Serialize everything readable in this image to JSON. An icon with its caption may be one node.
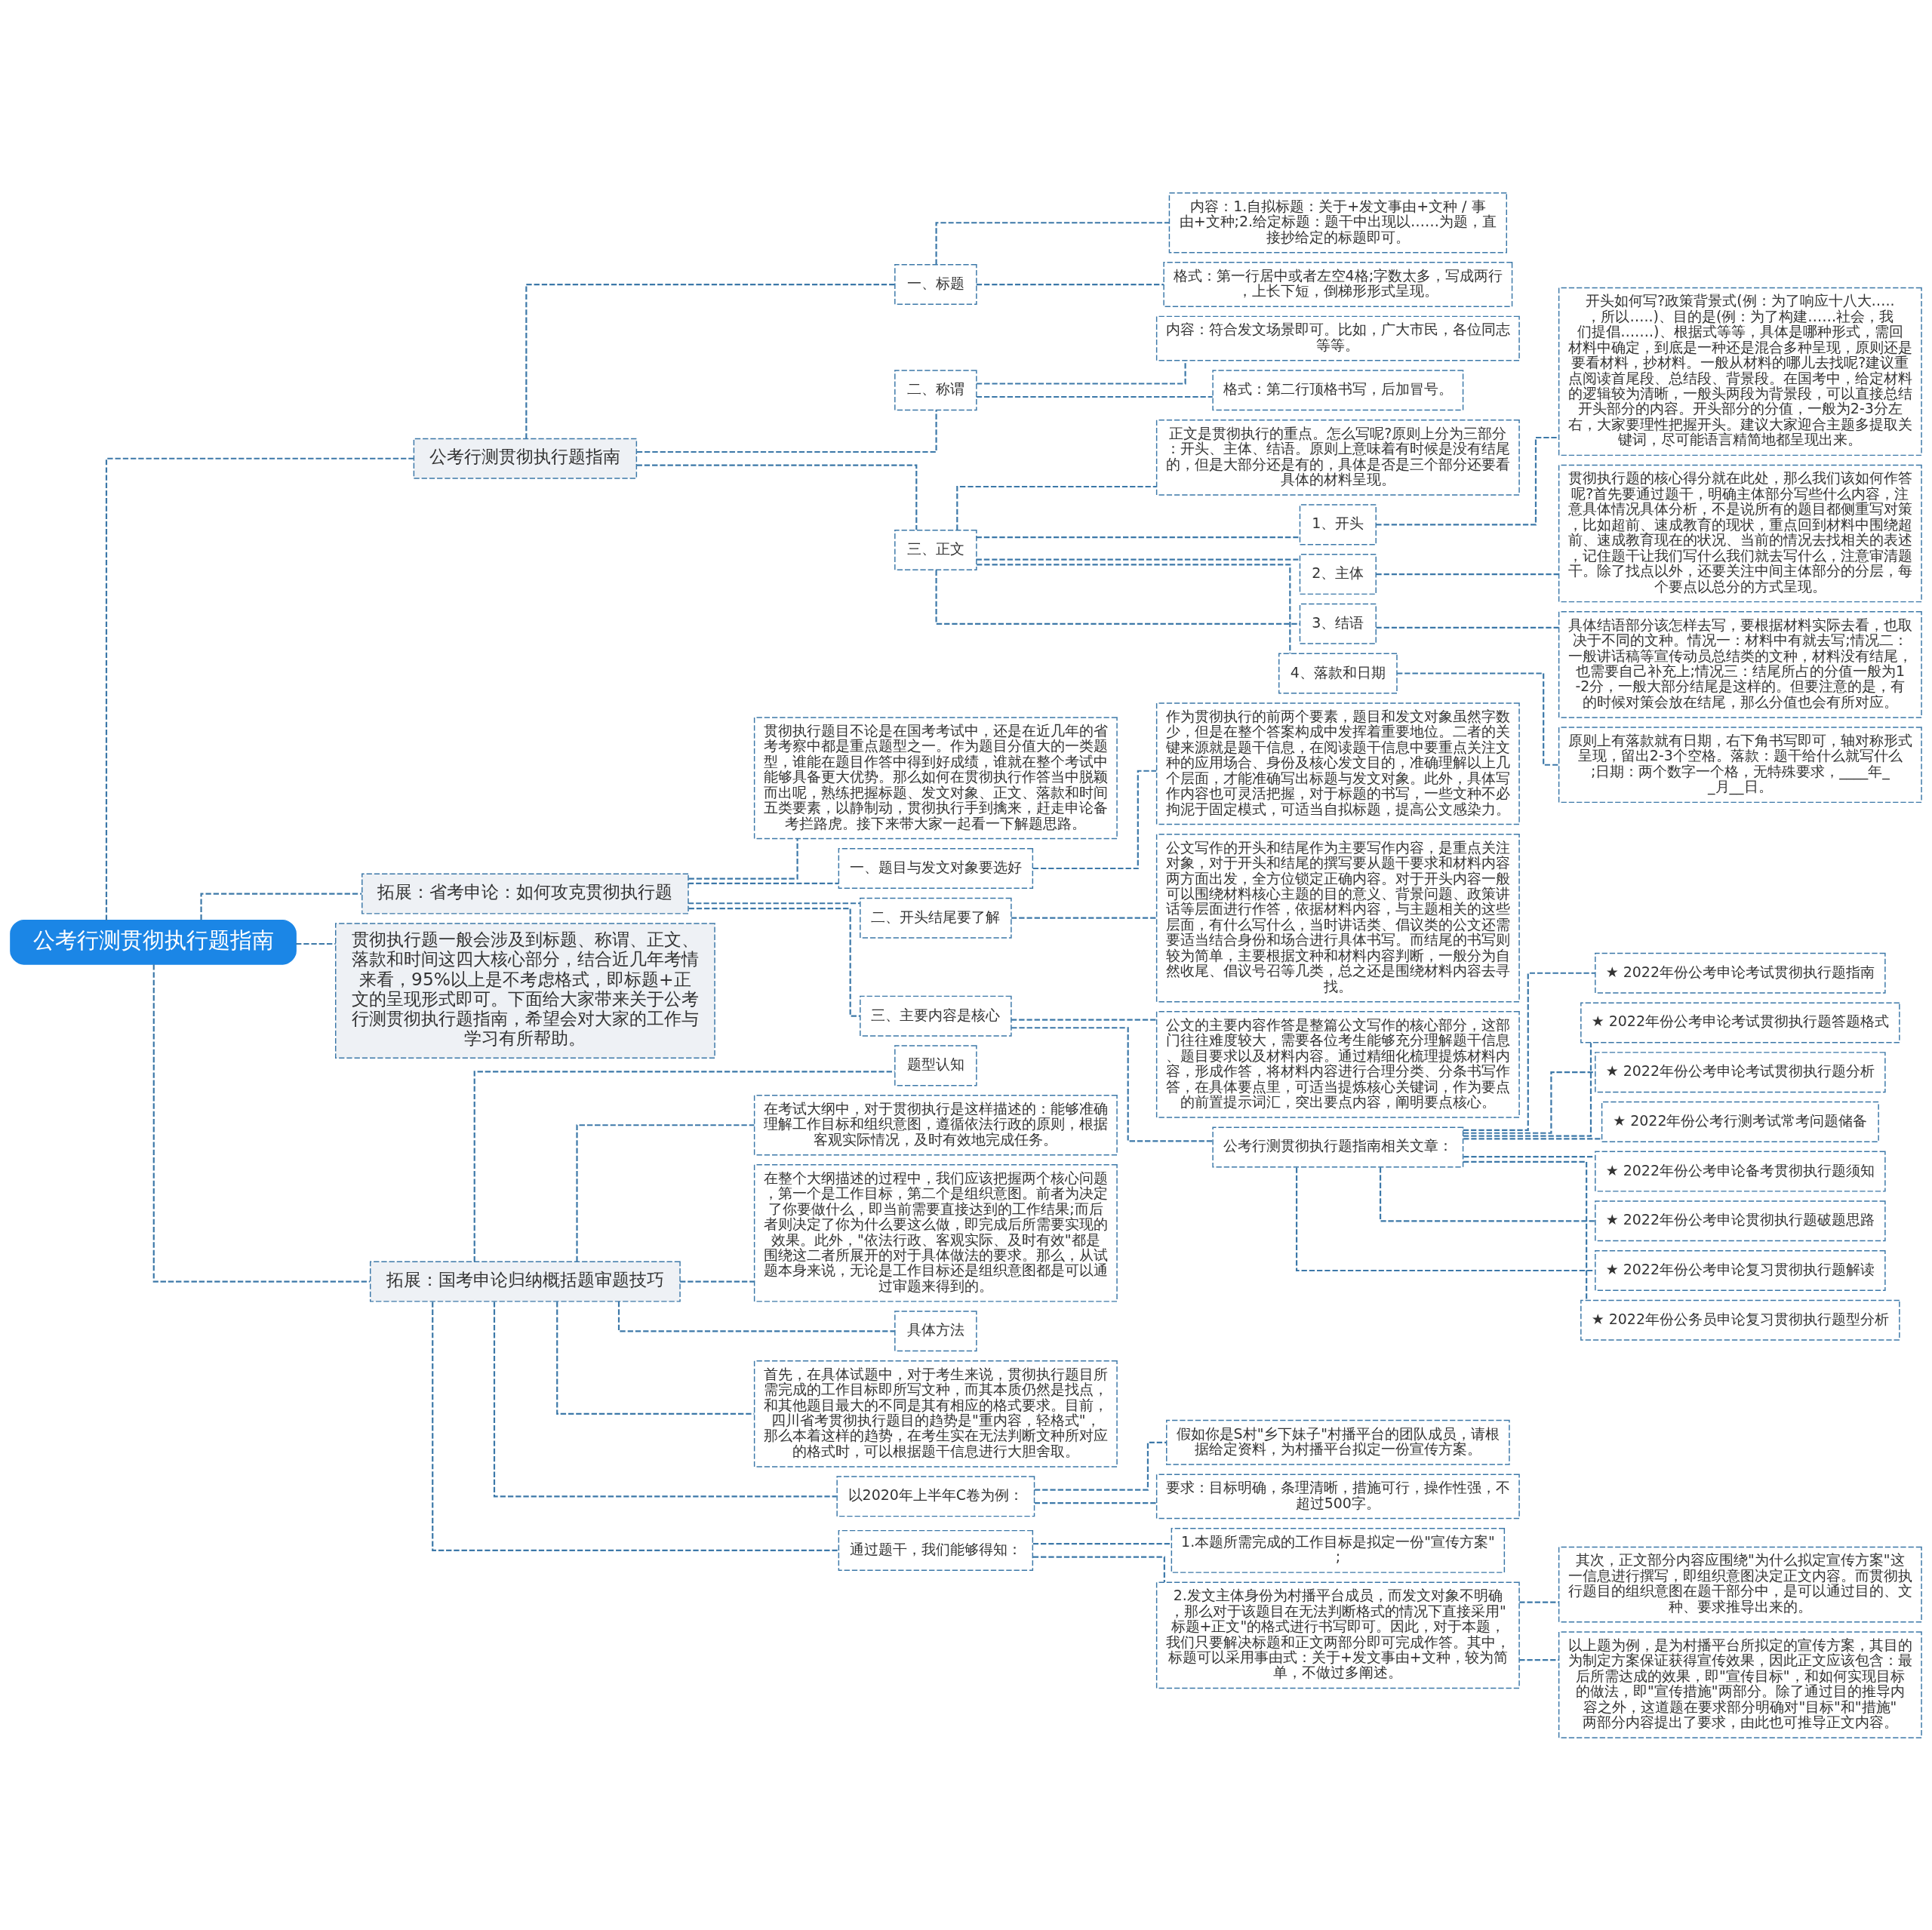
{
  "diagram": {
    "nodes": [
      {
        "text": [
          "公考行测贯彻执行题指南"
        ]
      },
      {
        "text": [
          "公考行测贯彻执行题指南"
        ]
      },
      {
        "text": [
          "一、标题"
        ]
      },
      {
        "text": [
          "内容：1.自拟标题：关于+发文事由+文种 / 事由+文种;2.给定标题：题干中出现以……为题，直接抄给定的标题即可。"
        ]
      },
      {
        "text": [
          "格式：第一行居中或者左空4格;字数太多，写成两行，上长下短，倒梯形形式呈现。"
        ]
      },
      {
        "text": [
          "二、称谓"
        ]
      },
      {
        "text": [
          "内容：符合发文场景即可。比如，广大市民，各位同志等等。"
        ]
      },
      {
        "text": [
          "格式：第二行顶格书写，后加冒号。"
        ]
      },
      {
        "text": [
          "三、正文"
        ]
      },
      {
        "text": [
          "正文是贯彻执行的重点。怎么写呢?原则上分为三部分：开头、主体、结语。原则上意味着有时候是没有结尾的，但是大部分还是有的，具体是否是三个部分还要看具体的材料呈现。"
        ]
      },
      {
        "text": [
          "1、开头"
        ]
      },
      {
        "text": [
          "开头如何写?政策背景式(例：为了响应十八大…..，所以…..)、目的是(例：为了构建……社会，我们提倡…….)、根据式等等，具体是哪种形式，需回材料中确定，到底是一种还是混合多种呈现，原则还是要看材料，抄材料。一般从材料的哪儿去找呢?建议重点阅读首尾段、总结段、背景段。在国考中，给定材料的逻辑较为清晰，一般头两段为背景段，可以直接总结开头部分的内容。开头部分的分值，一般为2-3分左右，大家要理性把握开头。建议大家迎合主题多提取关键词，尽可能语言精简地都呈现出来。"
        ]
      },
      {
        "text": [
          "2、主体"
        ]
      },
      {
        "text": [
          "贯彻执行题的核心得分就在此处，那么我们该如何作答呢?首先要通过题干，明确主体部分写些什么内容，注意具体情况具体分析，不是说所有的题目都侧重写对策，比如超前、速成教育的现状，重点回到材料中围绕超前、速成教育现在的状况、当前的情况去找相关的表述，记住题干让我们写什么我们就去写什么，注意审清题干。除了找点以外，还要关注中间主体部分的分层，每个要点以总分的方式呈现。"
        ]
      },
      {
        "text": [
          "3、结语"
        ]
      },
      {
        "text": [
          "具体结语部分该怎样去写，要根据材料实际去看，也取决于不同的文种。情况一：材料中有就去写;情况二：一般讲话稿等宣传动员总结类的文种，材料没有结尾，也需要自己补充上;情况三：结尾所占的分值一般为1-2分，一般大部分结尾是这样的。但要注意的是，有的时候对策会放在结尾，那么分值也会有所对应。"
        ]
      },
      {
        "text": [
          "4、落款和日期"
        ]
      },
      {
        "text": [
          "原则上有落款就有日期，右下角书写即可，轴对称形式呈现，留出2-3个空格。落款：题干给什么就写什么;日期：两个数字一个格，无特殊要求，____年__月__日。"
        ]
      },
      {
        "text": [
          "拓展：省考申论：如何攻克贯彻执行题"
        ]
      },
      {
        "text": [
          "贯彻执行题目不论是在国考考试中，还是在近几年的省考考察中都是重点题型之一。作为题目分值大的一类题型，谁能在题目作答中得到好成绩，谁就在整个考试中能够具备更大优势。那么如何在贯彻执行作答当中脱颖而出呢，熟练把握标题、发文对象、正文、落款和时间五类要素，以静制动，贯彻执行手到擒来，赶走申论备考拦路虎。接下来带大家一起看一下解题思路。"
        ]
      },
      {
        "text": [
          "一、题目与发文对象要选好"
        ]
      },
      {
        "text": [
          "作为贯彻执行的前两个要素，题目和发文对象虽然字数少，但是在整个答案构成中发挥着重要地位。二者的关键来源就是题干信息，在阅读题干信息中要重点关注文种的应用场合、身份及核心发文目的，准确理解以上几个层面，才能准确写出标题与发文对象。此外，具体写作内容也可灵活把握，对于标题的书写，一些文种不必拘泥于固定模式，可适当自拟标题，提高公文感染力。"
        ]
      },
      {
        "text": [
          "二、开头结尾要了解"
        ]
      },
      {
        "text": [
          "公文写作的开头和结尾作为主要写作内容，是重点关注对象，对于开头和结尾的撰写要从题干要求和材料内容两方面出发，全方位锁定正确内容。对于开头内容一般可以围绕材料核心主题的目的意义、背景问题、政策讲话等层面进行作答，依据材料内容，与主题相关的这些层面，有什么写什么，当时讲话类、倡议类的公文还需要适当结合身份和场合进行具体书写。而结尾的书写则较为简单，主要根据文种和材料内容判断，一般分为自然收尾、倡议号召等几类，总之还是围绕材料内容去寻找。"
        ]
      },
      {
        "text": [
          "三、主要内容是核心"
        ]
      },
      {
        "text": [
          "公文的主要内容作答是整篇公文写作的核心部分，这部门往往难度较大，需要各位考生能够充分理解题干信息、题目要求以及材料内容。通过精细化梳理提炼材料内容，形成作答，将材料内容进行合理分类、分条书写作答，在具体要点里，可适当提炼核心关键词，作为要点的前置提示词汇，突出要点内容，阐明要点核心。"
        ]
      },
      {
        "text": [
          "公考行测贯彻执行题指南相关文章："
        ]
      },
      {
        "text": [
          "★ 2022年份公考申论考试贯彻执行题指南"
        ]
      },
      {
        "text": [
          "★ 2022年份公考申论考试贯彻执行题答题格式"
        ]
      },
      {
        "text": [
          "★ 2022年份公考申论考试贯彻执行题分析"
        ]
      },
      {
        "text": [
          "★ 2022年份公考行测考试常考问题储备"
        ]
      },
      {
        "text": [
          "★ 2022年份公考申论备考贯彻执行题须知"
        ]
      },
      {
        "text": [
          "★ 2022年份公考申论贯彻执行题破题思路"
        ]
      },
      {
        "text": [
          "★ 2022年份公考申论复习贯彻执行题解读"
        ]
      },
      {
        "text": [
          "★ 2022年份公务员申论复习贯彻执行题型分析"
        ]
      },
      {
        "text": [
          "贯彻执行题一般会涉及到标题、称谓、正文、落款和时间这四大核心部分，结合近几年考情来看，95%以上是不考虑格式，即标题+正文的呈现形式即可。下面给大家带来关于公考行测贯彻执行题指南，希望会对大家的工作与学习有所帮助。"
        ]
      },
      {
        "text": [
          "拓展：国考申论归纳概括题审题技巧"
        ]
      },
      {
        "text": [
          "题型认知"
        ]
      },
      {
        "text": [
          "在考试大纲中，对于贯彻执行是这样描述的：能够准确理解工作目标和组织意图，遵循依法行政的原则，根据客观实际情况，及时有效地完成任务。"
        ]
      },
      {
        "text": [
          "在整个大纲描述的过程中，我们应该把握两个核心问题，第一个是工作目标，第二个是组织意图。前者为决定了你要做什么，即当前需要直接达到的工作结果;而后者则决定了你为什么要这么做，即完成后所需要实现的效果。此外，\"依法行政、客观实际、及时有效\"都是围绕这二者所展开的对于具体做法的要求。那么，从试题本身来说，无论是工作目标还是组织意图都是可以通过审题来得到的。"
        ]
      },
      {
        "text": [
          "具体方法"
        ]
      },
      {
        "text": [
          "首先，在具体试题中，对于考生来说，贯彻执行题目所需完成的工作目标即所写文种，而其本质仍然是找点，和其他题目最大的不同是其有相应的格式要求。目前，四川省考贯彻执行题目的趋势是\"重内容，轻格式\"，那么本着这样的趋势，在考生实在无法判断文种所对应的格式时，可以根据题干信息进行大胆舍取。"
        ]
      },
      {
        "text": [
          "以2020年上半年C卷为例："
        ]
      },
      {
        "text": [
          "假如你是S村\"乡下妹子\"村播平台的团队成员，请根据给定资料，为村播平台拟定一份宣传方案。"
        ]
      },
      {
        "text": [
          "要求：目标明确，条理清晰，措施可行，操作性强，不超过500字。"
        ]
      },
      {
        "text": [
          "通过题干，我们能够得知："
        ]
      },
      {
        "text": [
          "1.本题所需完成的工作目标是拟定一份\"宣传方案\";"
        ]
      },
      {
        "text": [
          "2.发文主体身份为村播平台成员，而发文对象不明确，那么对于该题目在无法判断格式的情况下直接采用\"标题+正文\"的格式进行书写即可。因此，对于本题，我们只要解决标题和正文两部分即可完成作答。其中，标题可以采用事由式：关于+发文事由+文种，较为简单，不做过多阐述。"
        ]
      },
      {
        "text": [
          "其次，正文部分内容应围绕\"为什么拟定宣传方案\"这一信息进行撰写，即组织意图决定正文内容。而贯彻执行题目的组织意图在题干部分中，是可以通过目的、文种、要求推导出来的。"
        ]
      },
      {
        "text": [
          "以上题为例，是为村播平台所拟定的宣传方案，其目的为制定方案保证获得宣传效果，因此正文应该包含：最后所需达成的效果，即\"宣传目标\"，和如何实现目标的做法，即\"宣传措施\"两部分。除了通过目的推导内容之外，这道题在要求部分明确对\"目标\"和\"措施\"两部分内容提出了要求，由此也可推导正文内容。"
        ]
      }
    ],
    "edges": [
      {
        "from": 0,
        "to": 1,
        "arrow": "none",
        "style": "dashed"
      },
      {
        "from": 1,
        "to": 2,
        "arrow": "none",
        "style": "dashed"
      },
      {
        "from": 2,
        "to": 3,
        "arrow": "none",
        "style": "dashed"
      },
      {
        "from": 2,
        "to": 4,
        "arrow": "none",
        "style": "dashed"
      },
      {
        "from": 1,
        "to": 5,
        "arrow": "none",
        "style": "dashed"
      },
      {
        "from": 5,
        "to": 6,
        "arrow": "none",
        "style": "dashed"
      },
      {
        "from": 5,
        "to": 7,
        "arrow": "none",
        "style": "dashed"
      },
      {
        "from": 1,
        "to": 8,
        "arrow": "none",
        "style": "dashed"
      },
      {
        "from": 8,
        "to": 9,
        "arrow": "none",
        "style": "dashed"
      },
      {
        "from": 8,
        "to": 10,
        "arrow": "none",
        "style": "dashed"
      },
      {
        "from": 10,
        "to": 11,
        "arrow": "none",
        "style": "dashed"
      },
      {
        "from": 8,
        "to": 12,
        "arrow": "none",
        "style": "dashed"
      },
      {
        "from": 12,
        "to": 13,
        "arrow": "none",
        "style": "dashed"
      },
      {
        "from": 8,
        "to": 14,
        "arrow": "none",
        "style": "dashed"
      },
      {
        "from": 14,
        "to": 15,
        "arrow": "none",
        "style": "dashed"
      },
      {
        "from": 8,
        "to": 16,
        "arrow": "none",
        "style": "dashed"
      },
      {
        "from": 16,
        "to": 17,
        "arrow": "none",
        "style": "dashed"
      },
      {
        "from": 0,
        "to": 18,
        "arrow": "none",
        "style": "dashed"
      },
      {
        "from": 18,
        "to": 19,
        "arrow": "none",
        "style": "dashed"
      },
      {
        "from": 18,
        "to": 20,
        "arrow": "none",
        "style": "dashed"
      },
      {
        "from": 20,
        "to": 21,
        "arrow": "none",
        "style": "dashed"
      },
      {
        "from": 18,
        "to": 22,
        "arrow": "none",
        "style": "dashed"
      },
      {
        "from": 22,
        "to": 23,
        "arrow": "none",
        "style": "dashed"
      },
      {
        "from": 18,
        "to": 24,
        "arrow": "none",
        "style": "dashed"
      },
      {
        "from": 24,
        "to": 25,
        "arrow": "none",
        "style": "dashed"
      },
      {
        "from": 24,
        "to": 26,
        "arrow": "none",
        "style": "dashed"
      },
      {
        "from": 26,
        "to": 27,
        "arrow": "none",
        "style": "dashed"
      },
      {
        "from": 26,
        "to": 28,
        "arrow": "none",
        "style": "dashed"
      },
      {
        "from": 26,
        "to": 29,
        "arrow": "none",
        "style": "dashed"
      },
      {
        "from": 26,
        "to": 30,
        "arrow": "none",
        "style": "dashed"
      },
      {
        "from": 26,
        "to": 31,
        "arrow": "none",
        "style": "dashed"
      },
      {
        "from": 26,
        "to": 32,
        "arrow": "none",
        "style": "dashed"
      },
      {
        "from": 26,
        "to": 33,
        "arrow": "none",
        "style": "dashed"
      },
      {
        "from": 26,
        "to": 34,
        "arrow": "none",
        "style": "dashed"
      },
      {
        "from": 0,
        "to": 35,
        "arrow": "none",
        "style": "dashed"
      },
      {
        "from": 0,
        "to": 36,
        "arrow": "none",
        "style": "dashed"
      },
      {
        "from": 36,
        "to": 37,
        "arrow": "none",
        "style": "dashed"
      },
      {
        "from": 36,
        "to": 38,
        "arrow": "none",
        "style": "dashed"
      },
      {
        "from": 36,
        "to": 39,
        "arrow": "none",
        "style": "dashed"
      },
      {
        "from": 36,
        "to": 40,
        "arrow": "none",
        "style": "dashed"
      },
      {
        "from": 36,
        "to": 41,
        "arrow": "none",
        "style": "dashed"
      },
      {
        "from": 36,
        "to": 42,
        "arrow": "none",
        "style": "dashed"
      },
      {
        "from": 42,
        "to": 43,
        "arrow": "none",
        "style": "dashed"
      },
      {
        "from": 42,
        "to": 44,
        "arrow": "none",
        "style": "dashed"
      },
      {
        "from": 36,
        "to": 45,
        "arrow": "none",
        "style": "dashed"
      },
      {
        "from": 45,
        "to": 46,
        "arrow": "none",
        "style": "dashed"
      },
      {
        "from": 45,
        "to": 47,
        "arrow": "none",
        "style": "dashed"
      },
      {
        "from": 47,
        "to": 48,
        "arrow": "none",
        "style": "dashed"
      },
      {
        "from": 47,
        "to": 49,
        "arrow": "none",
        "style": "dashed"
      }
    ]
  }
}
